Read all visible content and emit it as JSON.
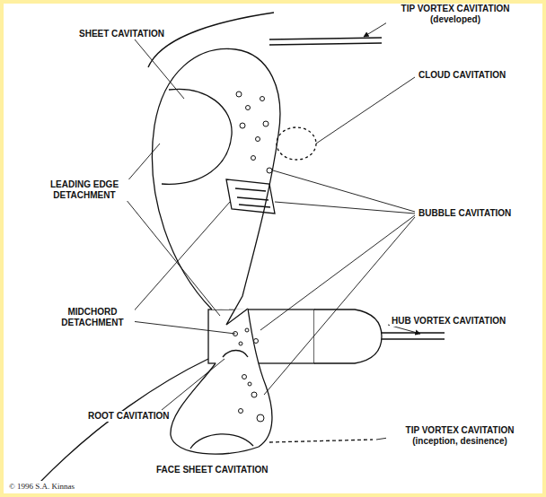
{
  "diagram": {
    "labels": [
      "SHEET CAVITATION",
      "TIP VORTEX CAVITATION (developed)",
      "CLOUD CAVITATION",
      "LEADING EDGE DETACHMENT",
      "BUBBLE CAVITATION",
      "MIDCHORD DETACHMENT",
      "HUB VORTEX CAVITATION",
      "ROOT CAVITATION",
      "TIP VORTEX CAVITATION (inception, desinence)",
      "FACE SHEET CAVITATION",
      "© 1996 S.A. Kinnas"
    ]
  }
}
